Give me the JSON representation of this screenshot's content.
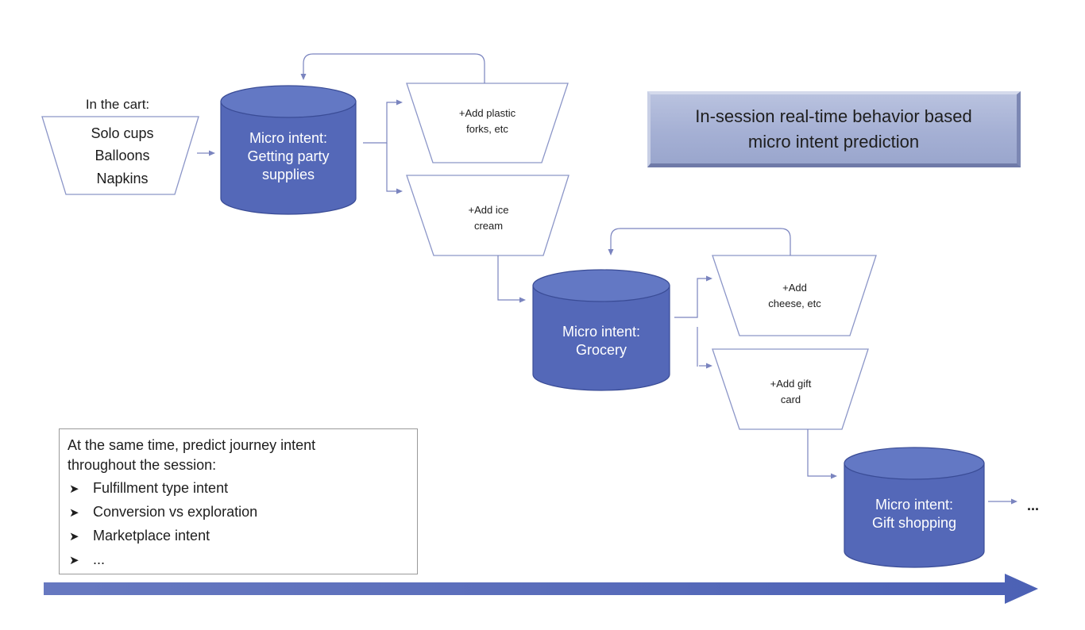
{
  "cart": {
    "title": "In the cart:",
    "items": [
      "Solo cups",
      "Balloons",
      "Napkins"
    ]
  },
  "intents": [
    {
      "lines": [
        "Micro intent:",
        "Getting party",
        "supplies"
      ]
    },
    {
      "lines": [
        "Micro intent:",
        "Grocery"
      ]
    },
    {
      "lines": [
        "Micro intent:",
        "Gift shopping"
      ]
    }
  ],
  "actions": [
    {
      "lines": [
        "+Add plastic",
        "forks, etc"
      ]
    },
    {
      "lines": [
        "+Add ice",
        "cream"
      ]
    },
    {
      "lines": [
        "+Add",
        "cheese, etc"
      ]
    },
    {
      "lines": [
        "+Add gift",
        "card"
      ]
    }
  ],
  "title_box": {
    "lines": [
      "In-session real-time behavior based",
      "micro intent prediction"
    ]
  },
  "journey": {
    "heading_lines": [
      "At the same time, predict journey intent",
      "throughout the session:"
    ],
    "items": [
      "Fulfillment type intent",
      "Conversion vs exploration",
      "Marketplace intent",
      "..."
    ],
    "bullet_icon": "arrowhead-bullet-icon"
  },
  "continuation": "...",
  "colors": {
    "cylinder_fill": "#5468b8",
    "cylinder_top": "#6378c4",
    "cylinder_stroke": "#3a4c96",
    "connector": "#7a84bf",
    "funnel_stroke": "#8c96c8",
    "timeline_arrow": "#4c61b5",
    "title_box_fill": "#a5b0d4"
  }
}
